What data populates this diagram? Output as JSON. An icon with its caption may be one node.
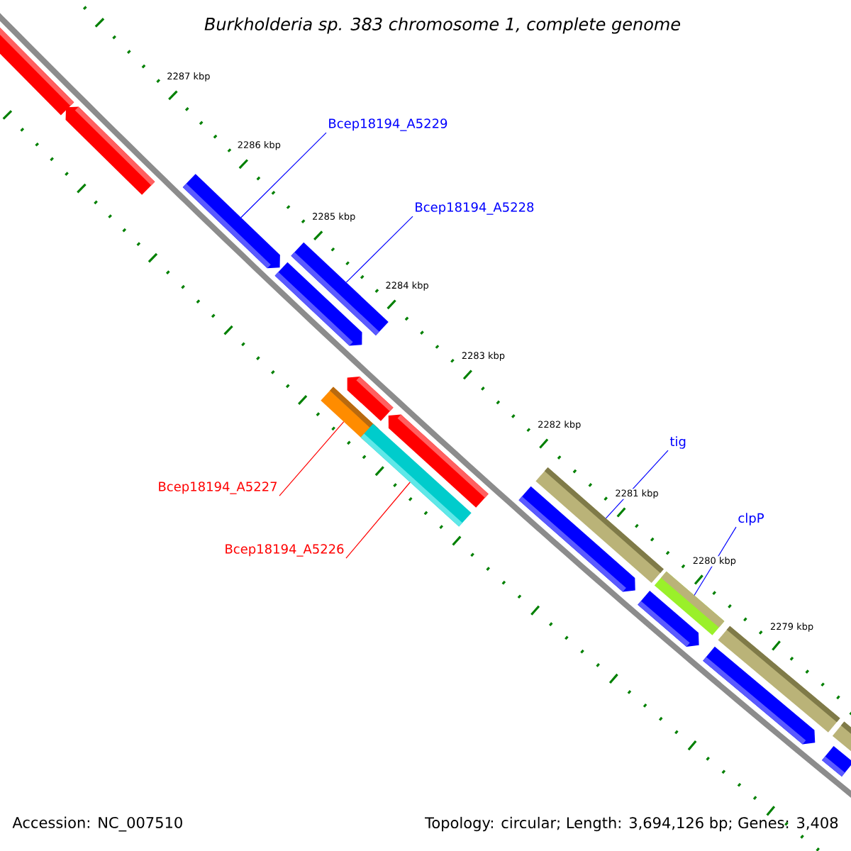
{
  "diagram": {
    "title": "Burkholderia sp. 383 chromosome 1, complete genome",
    "nodes": [
      {
        "text": [
          "Bcep18194_A5229"
        ]
      },
      {
        "text": [
          "Bcep18194_A5228"
        ]
      },
      {
        "text": [
          "Bcep18194_A5227"
        ]
      },
      {
        "text": [
          "Bcep18194_A5226"
        ]
      },
      {
        "text": [
          "tig"
        ]
      },
      {
        "text": [
          "clpP"
        ]
      },
      {
        "text": [],
        "shape": "bar"
      },
      {
        "text": [],
        "shape": "bar"
      },
      {
        "text": [],
        "shape": "bar"
      },
      {
        "text": [],
        "shape": "bar"
      },
      {
        "text": [],
        "shape": "bar"
      },
      {
        "text": [],
        "shape": "bar"
      },
      {
        "text": [],
        "shape": "bar"
      },
      {
        "text": [],
        "shape": "bar"
      },
      {
        "text": [],
        "shape": "bar"
      },
      {
        "text": [],
        "shape": "bar"
      },
      {
        "text": [],
        "shape": "bar"
      },
      {
        "text": [],
        "shape": "bar"
      },
      {
        "text": [],
        "shape": "bar"
      },
      {
        "text": [],
        "shape": "bar"
      },
      {
        "text": [],
        "shape": "bar"
      },
      {
        "text": [],
        "shape": "bar"
      },
      {
        "text": [],
        "shape": "bar"
      }
    ],
    "edges": [
      {
        "from": 0,
        "to": 8,
        "arrow": "none"
      },
      {
        "from": 1,
        "to": 10,
        "arrow": "none"
      },
      {
        "from": 2,
        "to": 11,
        "arrow": "none",
        "color": "#ff0000"
      },
      {
        "from": 3,
        "to": 13,
        "arrow": "none",
        "color": "#ff0000"
      },
      {
        "from": 4,
        "to": 15,
        "arrow": "none"
      },
      {
        "from": 5,
        "to": 17,
        "arrow": "none"
      }
    ],
    "labels": [
      "2287 kbp",
      "2286 kbp",
      "2285 kbp",
      "2284 kbp",
      "2283 kbp",
      "2282 kbp",
      "2281 kbp",
      "2280 kbp",
      "2279 kbp",
      "Accession: NC_007510",
      "Topology: circular; Length: 3,694,126 bp; Genes: 3,408"
    ]
  }
}
